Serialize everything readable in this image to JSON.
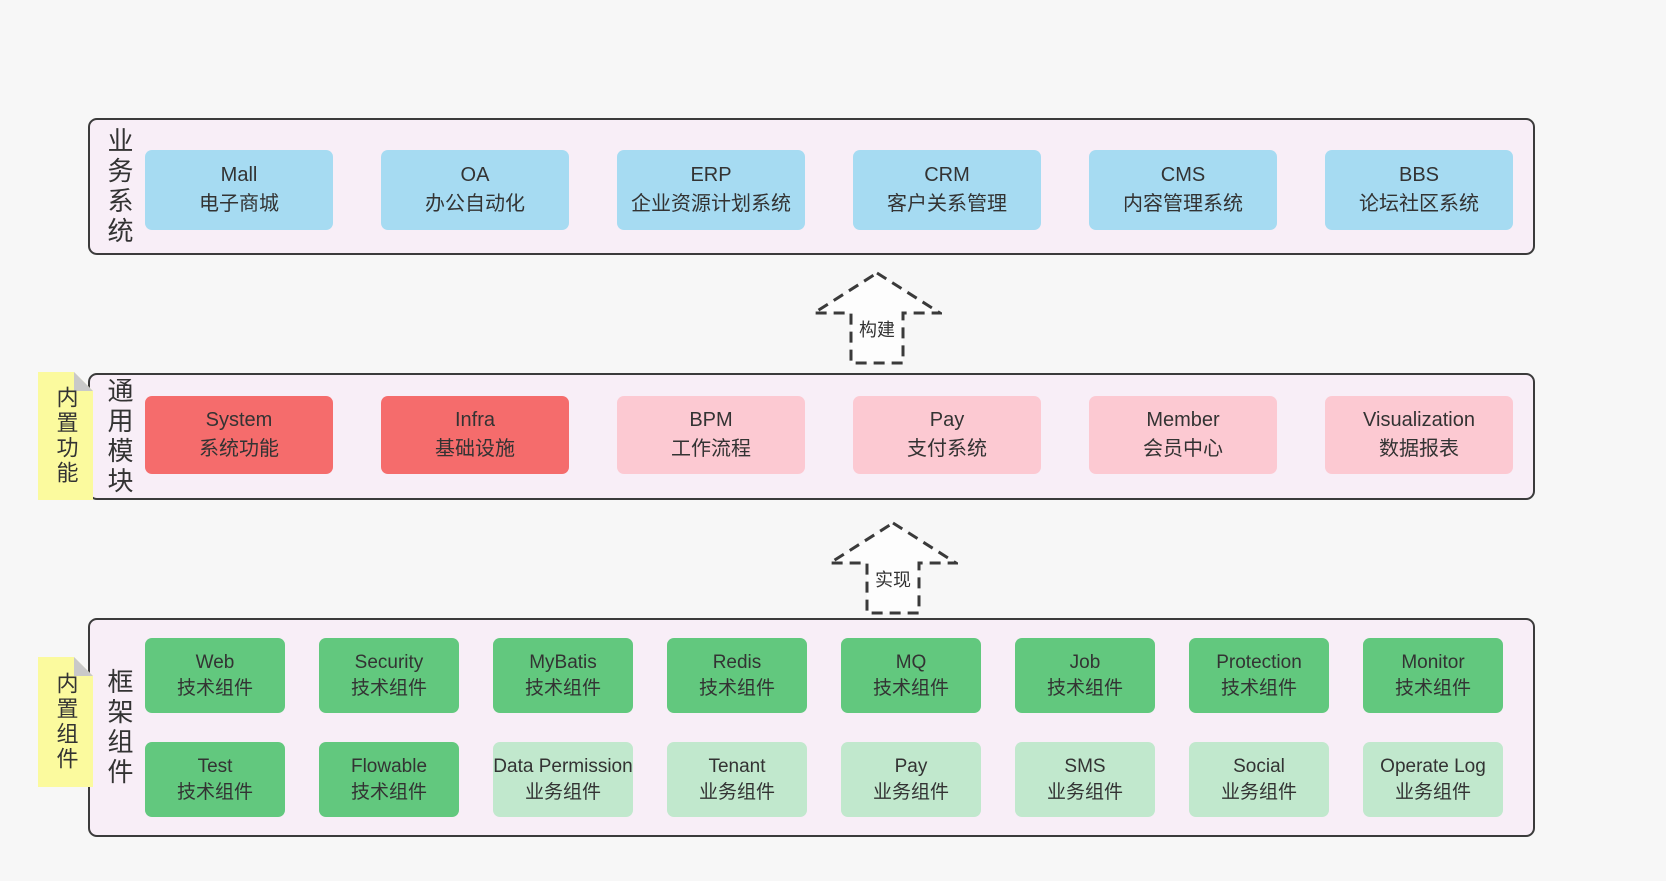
{
  "diagram": {
    "layers": {
      "business": {
        "label": "业务系统",
        "boxes": [
          {
            "name": "Mall",
            "subtitle": "电子商城",
            "variant": "blue"
          },
          {
            "name": "OA",
            "subtitle": "办公自动化",
            "variant": "blue"
          },
          {
            "name": "ERP",
            "subtitle": "企业资源计划系统",
            "variant": "blue"
          },
          {
            "name": "CRM",
            "subtitle": "客户关系管理",
            "variant": "blue"
          },
          {
            "name": "CMS",
            "subtitle": "内容管理系统",
            "variant": "blue"
          },
          {
            "name": "BBS",
            "subtitle": "论坛社区系统",
            "variant": "blue"
          }
        ]
      },
      "modules": {
        "label": "通用模块",
        "sticky": "内置功能",
        "boxes": [
          {
            "name": "System",
            "subtitle": "系统功能",
            "variant": "red"
          },
          {
            "name": "Infra",
            "subtitle": "基础设施",
            "variant": "red"
          },
          {
            "name": "BPM",
            "subtitle": "工作流程",
            "variant": "pink"
          },
          {
            "name": "Pay",
            "subtitle": "支付系统",
            "variant": "pink"
          },
          {
            "name": "Member",
            "subtitle": "会员中心",
            "variant": "pink"
          },
          {
            "name": "Visualization",
            "subtitle": "数据报表",
            "variant": "pink"
          }
        ]
      },
      "components": {
        "label": "框架组件",
        "sticky": "内置组件",
        "row1": [
          {
            "name": "Web",
            "subtitle": "技术组件",
            "variant": "green"
          },
          {
            "name": "Security",
            "subtitle": "技术组件",
            "variant": "green"
          },
          {
            "name": "MyBatis",
            "subtitle": "技术组件",
            "variant": "green"
          },
          {
            "name": "Redis",
            "subtitle": "技术组件",
            "variant": "green"
          },
          {
            "name": "MQ",
            "subtitle": "技术组件",
            "variant": "green"
          },
          {
            "name": "Job",
            "subtitle": "技术组件",
            "variant": "green"
          },
          {
            "name": "Protection",
            "subtitle": "技术组件",
            "variant": "green"
          },
          {
            "name": "Monitor",
            "subtitle": "技术组件",
            "variant": "green"
          }
        ],
        "row2": [
          {
            "name": "Test",
            "subtitle": "技术组件",
            "variant": "green"
          },
          {
            "name": "Flowable",
            "subtitle": "技术组件",
            "variant": "green"
          },
          {
            "name": "Data Permission",
            "subtitle": "业务组件",
            "variant": "light-green"
          },
          {
            "name": "Tenant",
            "subtitle": "业务组件",
            "variant": "light-green"
          },
          {
            "name": "Pay",
            "subtitle": "业务组件",
            "variant": "light-green"
          },
          {
            "name": "SMS",
            "subtitle": "业务组件",
            "variant": "light-green"
          },
          {
            "name": "Social",
            "subtitle": "业务组件",
            "variant": "light-green"
          },
          {
            "name": "Operate Log",
            "subtitle": "业务组件",
            "variant": "light-green"
          }
        ]
      }
    },
    "arrows": {
      "build": "构建",
      "implement": "实现"
    },
    "colors": {
      "background": "#f7f7f7",
      "container_fill": "#f8eef7",
      "container_border": "#3b3b3b",
      "system_blue": "#a6dbf2",
      "module_red": "#f56c6c",
      "module_pink": "#fcc9d2",
      "tech_green": "#62c87e",
      "biz_green": "#c1e8cd",
      "sticky_yellow": "#fbfa9e"
    }
  }
}
